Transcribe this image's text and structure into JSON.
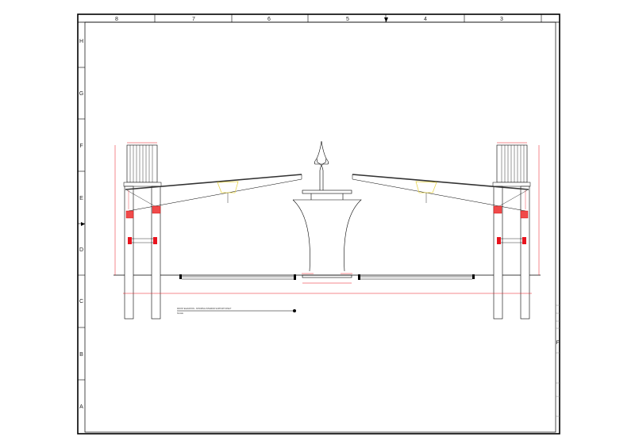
{
  "sheet": {
    "column_labels": [
      "8",
      "7",
      "6",
      "5",
      "4",
      "3"
    ],
    "row_labels": [
      "H",
      "G",
      "F",
      "E",
      "D",
      "C",
      "B",
      "A"
    ]
  },
  "drawing": {
    "title": "FRONT ELEVATION - SHOWING INTERIOR SUPPORT SHAFT",
    "subtitle": "SCALE",
    "title_block_letter": "F",
    "colors": {
      "lines": "#000000",
      "dimensions": "#e8141e",
      "fill_red": "#f04a4a",
      "yellow_bracket": "#e6d23c"
    }
  }
}
